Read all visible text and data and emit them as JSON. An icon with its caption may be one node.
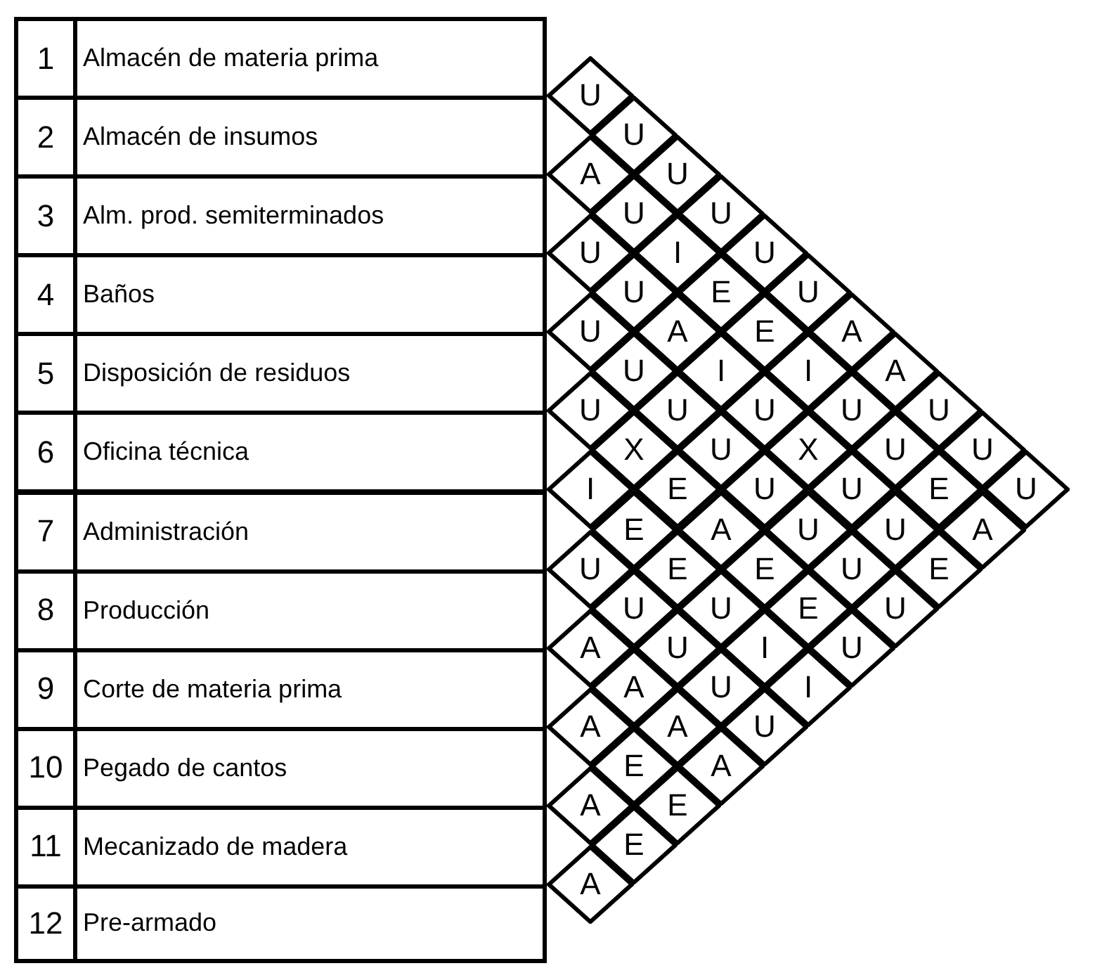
{
  "diagram": {
    "nodes": [
      {
        "text": [
          "1",
          "Almacén de materia prima"
        ]
      },
      {
        "text": [
          "2",
          "Almacén de insumos"
        ]
      },
      {
        "text": [
          "3",
          "Alm. prod. semiterminados"
        ]
      },
      {
        "text": [
          "4",
          "Baños"
        ]
      },
      {
        "text": [
          "5",
          "Disposición de residuos"
        ]
      },
      {
        "text": [
          "6",
          "Oficina técnica"
        ]
      },
      {
        "text": [
          "7",
          "Administración"
        ]
      },
      {
        "text": [
          "8",
          "Producción"
        ]
      },
      {
        "text": [
          "9",
          "Corte de materia prima"
        ]
      },
      {
        "text": [
          "10",
          "Pegado de cantos"
        ]
      },
      {
        "text": [
          "11",
          "Mecanizado de madera"
        ]
      },
      {
        "text": [
          "12",
          "Pre-armado"
        ]
      },
      {
        "text": [
          "U"
        ]
      },
      {
        "text": [
          "U"
        ]
      },
      {
        "text": [
          "U"
        ]
      },
      {
        "text": [
          "U"
        ]
      },
      {
        "text": [
          "U"
        ]
      },
      {
        "text": [
          "U"
        ]
      },
      {
        "text": [
          "A"
        ]
      },
      {
        "text": [
          "A"
        ]
      },
      {
        "text": [
          "U"
        ]
      },
      {
        "text": [
          "U"
        ]
      },
      {
        "text": [
          "U"
        ]
      },
      {
        "text": [
          "A"
        ]
      },
      {
        "text": [
          "U"
        ]
      },
      {
        "text": [
          "I"
        ]
      },
      {
        "text": [
          "E"
        ]
      },
      {
        "text": [
          "E"
        ]
      },
      {
        "text": [
          "I"
        ]
      },
      {
        "text": [
          "U"
        ]
      },
      {
        "text": [
          "U"
        ]
      },
      {
        "text": [
          "E"
        ]
      },
      {
        "text": [
          "A"
        ]
      },
      {
        "text": [
          "U"
        ]
      },
      {
        "text": [
          "U"
        ]
      },
      {
        "text": [
          "A"
        ]
      },
      {
        "text": [
          "I"
        ]
      },
      {
        "text": [
          "U"
        ]
      },
      {
        "text": [
          "X"
        ]
      },
      {
        "text": [
          "U"
        ]
      },
      {
        "text": [
          "U"
        ]
      },
      {
        "text": [
          "E"
        ]
      },
      {
        "text": [
          "U"
        ]
      },
      {
        "text": [
          "U"
        ]
      },
      {
        "text": [
          "U"
        ]
      },
      {
        "text": [
          "U"
        ]
      },
      {
        "text": [
          "U"
        ]
      },
      {
        "text": [
          "U"
        ]
      },
      {
        "text": [
          "U"
        ]
      },
      {
        "text": [
          "U"
        ]
      },
      {
        "text": [
          "U"
        ]
      },
      {
        "text": [
          "X"
        ]
      },
      {
        "text": [
          "E"
        ]
      },
      {
        "text": [
          "A"
        ]
      },
      {
        "text": [
          "E"
        ]
      },
      {
        "text": [
          "E"
        ]
      },
      {
        "text": [
          "U"
        ]
      },
      {
        "text": [
          "I"
        ]
      },
      {
        "text": [
          "E"
        ]
      },
      {
        "text": [
          "E"
        ]
      },
      {
        "text": [
          "U"
        ]
      },
      {
        "text": [
          "I"
        ]
      },
      {
        "text": [
          "I"
        ]
      },
      {
        "text": [
          "U"
        ]
      },
      {
        "text": [
          "U"
        ]
      },
      {
        "text": [
          "U"
        ]
      },
      {
        "text": [
          "U"
        ]
      },
      {
        "text": [
          "U"
        ]
      },
      {
        "text": [
          "A"
        ]
      },
      {
        "text": [
          "A"
        ]
      },
      {
        "text": [
          "A"
        ]
      },
      {
        "text": [
          "A"
        ]
      },
      {
        "text": [
          "A"
        ]
      },
      {
        "text": [
          "E"
        ]
      },
      {
        "text": [
          "E"
        ]
      },
      {
        "text": [
          "A"
        ]
      },
      {
        "text": [
          "E"
        ]
      },
      {
        "text": [
          "A"
        ]
      }
    ]
  }
}
